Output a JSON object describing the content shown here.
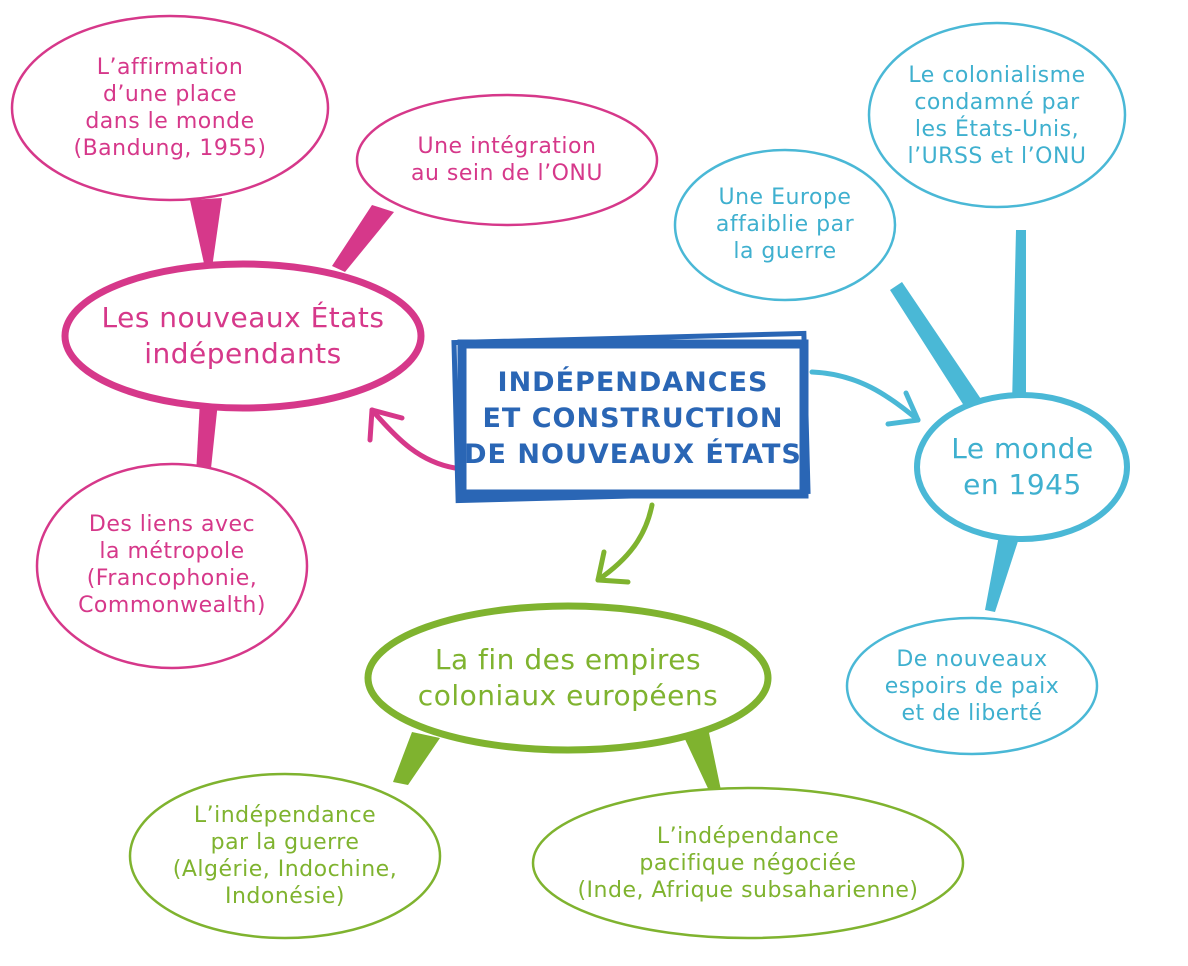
{
  "central": {
    "lines": [
      "INDÉPENDANCES",
      "ET CONSTRUCTION",
      "DE NOUVEAUX ÉTATS"
    ]
  },
  "branches": {
    "nouveaux_etats": {
      "lines": [
        "Les nouveaux États",
        "indépendants"
      ],
      "subs": [
        [
          "L’affirmation",
          "d’une place",
          "dans le monde",
          "(Bandung, 1955)"
        ],
        [
          "Une intégration",
          "au sein de l’ONU"
        ],
        [
          "Des liens avec",
          "la métropole",
          "(Francophonie,",
          "Commonwealth)"
        ]
      ]
    },
    "monde_1945": {
      "lines": [
        "Le monde",
        "en 1945"
      ],
      "subs": [
        [
          "Le colonialisme",
          "condamné par",
          "les États-Unis,",
          "l’URSS et l’ONU"
        ],
        [
          "Une Europe",
          "affaiblie par",
          "la guerre"
        ],
        [
          "De nouveaux",
          "espoirs de paix",
          "et de liberté"
        ]
      ]
    },
    "fin_empires": {
      "lines": [
        "La fin des empires",
        "coloniaux européens"
      ],
      "subs": [
        [
          "L’indépendance",
          "par la guerre",
          "(Algérie, Indochine,",
          "Indonésie)"
        ],
        [
          "L’indépendance",
          "pacifique négociée",
          "(Inde, Afrique subsaharienne)"
        ]
      ]
    }
  },
  "colors": {
    "pink": "#d6388a",
    "blue": "#3fb0cf",
    "green": "#7fb32f",
    "central": "#2a66b5"
  }
}
